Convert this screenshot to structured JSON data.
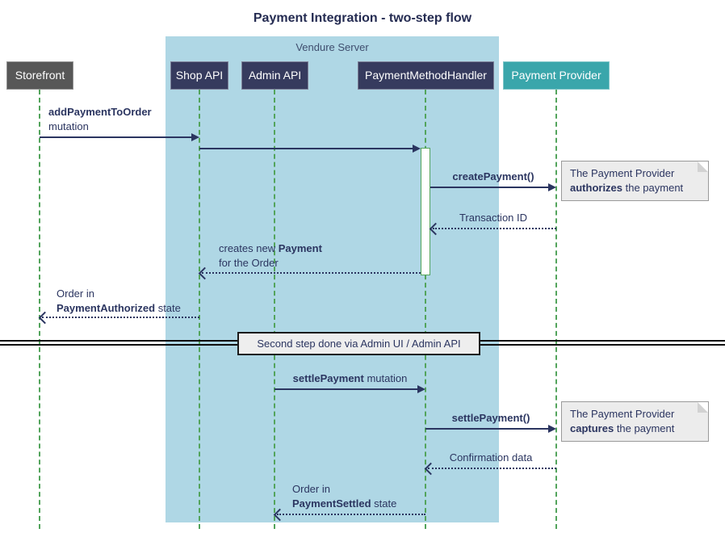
{
  "title": "Payment Integration - two-step flow",
  "frame": {
    "label": "Vendure Server"
  },
  "participants": [
    {
      "label": "Storefront",
      "fill": "#575757"
    },
    {
      "label": "Shop API",
      "fill": "#363b5e"
    },
    {
      "label": "Admin API",
      "fill": "#363b5e"
    },
    {
      "label": "PaymentMethodHandler",
      "fill": "#363b5e"
    },
    {
      "label": "Payment Provider",
      "fill": "#3aa6ab"
    }
  ],
  "messages": [
    {
      "from": "Storefront",
      "to": "Shop API",
      "style": "solid",
      "line1_bold": "addPaymentToOrder",
      "line2": "mutation"
    },
    {
      "from": "Shop API",
      "to": "PaymentMethodHandler",
      "style": "solid"
    },
    {
      "from": "PaymentMethodHandler",
      "to": "Payment Provider",
      "style": "solid",
      "label_bold": "createPayment()"
    },
    {
      "from": "Payment Provider",
      "to": "PaymentMethodHandler",
      "style": "dotted",
      "label": "Transaction ID"
    },
    {
      "from": "PaymentMethodHandler",
      "to": "Shop API",
      "style": "dotted",
      "line1": "creates new ",
      "line1_bold": "Payment",
      "line2": "for the Order"
    },
    {
      "from": "Shop API",
      "to": "Storefront",
      "style": "dotted",
      "line1": "Order in",
      "line2_bold": "PaymentAuthorized",
      "line2_rest": " state"
    },
    {
      "from": "Admin API",
      "to": "PaymentMethodHandler",
      "style": "solid",
      "label_bold": "settlePayment",
      "label_rest": " mutation"
    },
    {
      "from": "PaymentMethodHandler",
      "to": "Payment Provider",
      "style": "solid",
      "label_bold": "settlePayment()"
    },
    {
      "from": "Payment Provider",
      "to": "PaymentMethodHandler",
      "style": "dotted",
      "label": "Confirmation data"
    },
    {
      "from": "PaymentMethodHandler",
      "to": "Admin API",
      "style": "dotted",
      "line1": "Order in",
      "line2_bold": "PaymentSettled",
      "line2_rest": " state"
    }
  ],
  "notes": [
    {
      "line1": "The Payment Provider",
      "line2_bold": "authorizes",
      "line2_rest": " the payment"
    },
    {
      "line1": "The Payment Provider",
      "line2_bold": "captures",
      "line2_rest": " the payment"
    }
  ],
  "divider": {
    "label": "Second step done via Admin UI / Admin API"
  },
  "colors": {
    "participant_navy": "#363b5e",
    "participant_gray": "#575757",
    "provider_teal": "#3aa6ab",
    "frame_blue": "#afd7e5",
    "lifeline_green": "#53a45c",
    "arrow_navy": "#2b3560",
    "note_bg": "#ececec",
    "divider_bg": "#eeeeee"
  }
}
